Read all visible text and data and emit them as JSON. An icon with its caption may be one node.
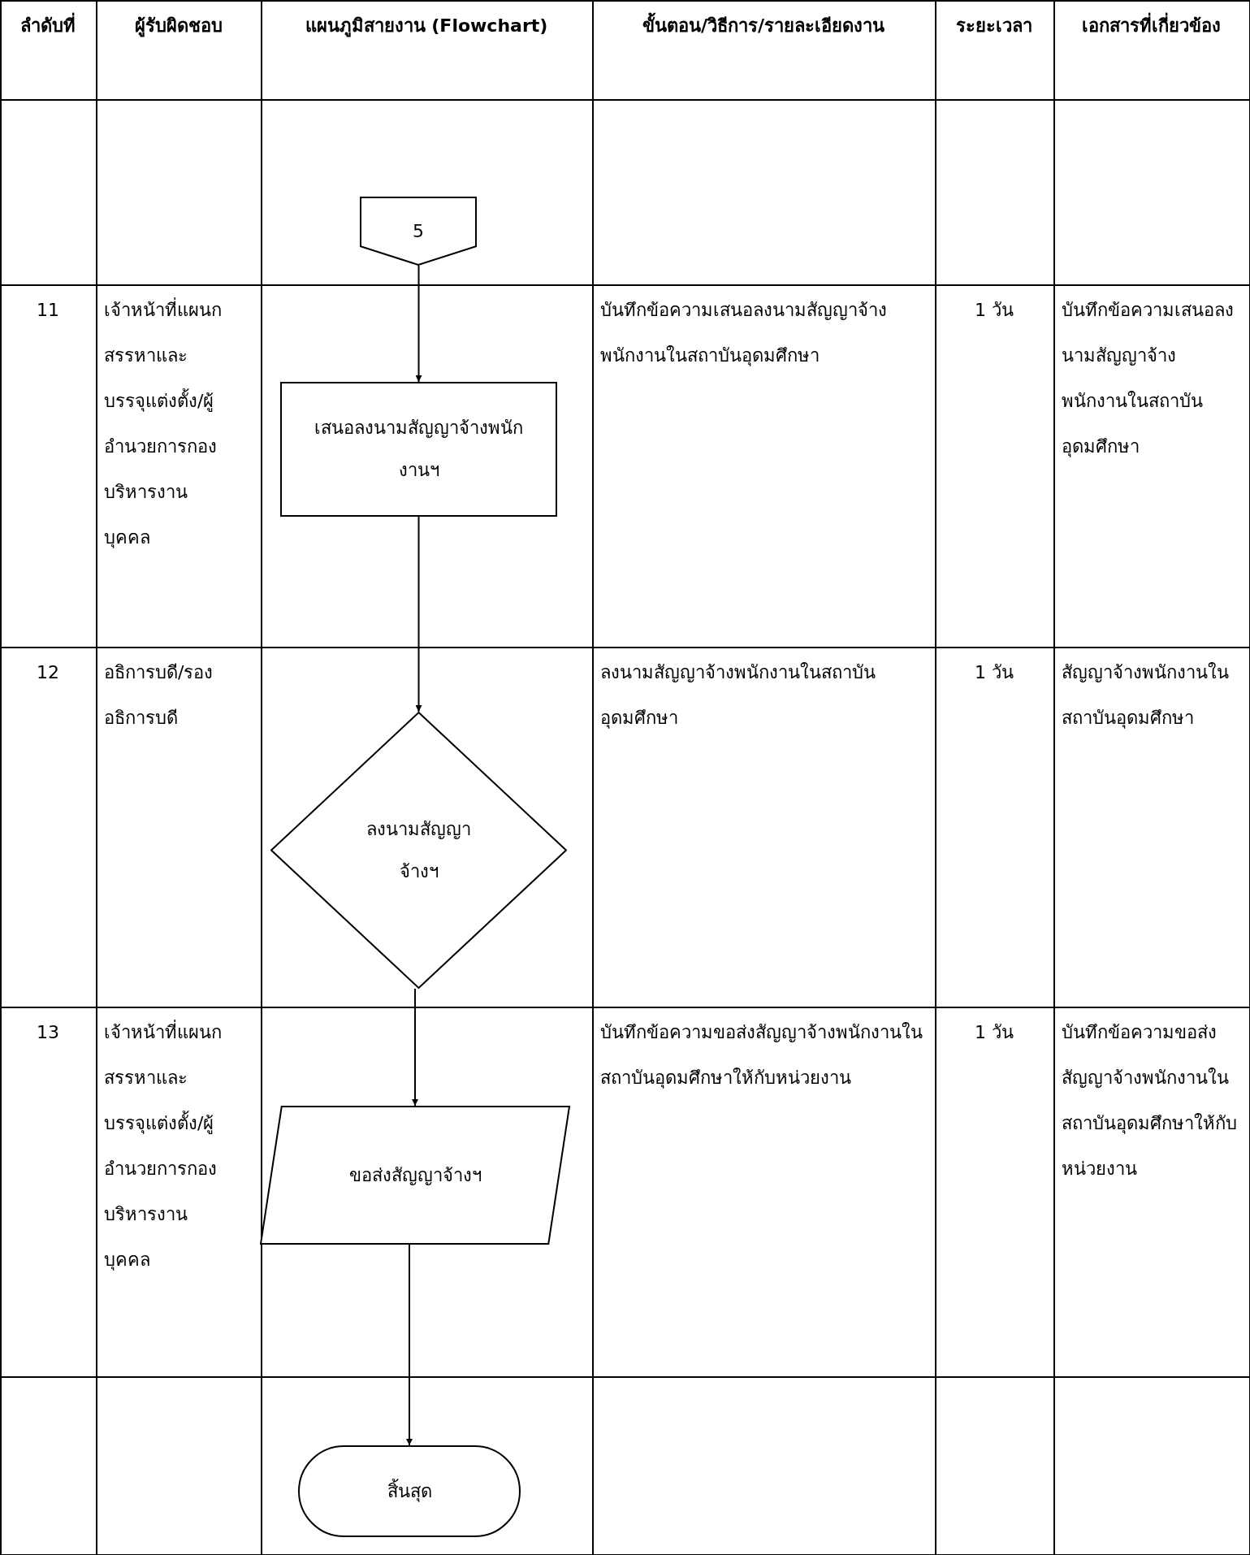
{
  "diagram": {
    "nodes": [
      {
        "text": [
          "5"
        ]
      },
      {
        "text": [
          "เสนอลงนามสัญญาจ้างพนักงานฯ"
        ]
      },
      {
        "text": [
          "ลงนามสัญญาจ้างฯ"
        ]
      },
      {
        "text": [
          "ขอส่งสัญญาจ้างฯ"
        ]
      },
      {
        "text": [
          "สิ้นสุด"
        ]
      }
    ],
    "edges": [
      {
        "from": 0,
        "to": 1,
        "arrow": "to"
      },
      {
        "from": 1,
        "to": 2,
        "arrow": "to"
      },
      {
        "from": 2,
        "to": 3,
        "arrow": "to"
      },
      {
        "from": 3,
        "to": 4,
        "arrow": "to"
      }
    ],
    "labels": [
      "ลำดับที่",
      "ผู้รับผิดชอบ",
      "แผนภูมิสายงาน (Flowchart)",
      "ขั้นตอน/วิธีการ/รายละเอียดงาน",
      "ระยะเวลา",
      "เอกสารที่เกี่ยวข้อง",
      "11",
      "เจ้าหน้าที่แผนกสรรหาและบรรจุแต่งตั้ง/ผู้อำนวยการกองบริหารงานบุคคล",
      "บันทึกข้อความเสนอลงนามสัญญาจ้างพนักงานในสถาบันอุดมศึกษา",
      "1 วัน",
      "บันทึกข้อความเสนอลงนามสัญญาจ้างพนักงานในสถาบันอุดมศึกษา",
      "12",
      "อธิการบดี/รองอธิการบดี",
      "ลงนามสัญญาจ้างพนักงานในสถาบันอุดมศึกษา",
      "1 วัน",
      "สัญญาจ้างพนักงานในสถาบันอุดมศึกษา",
      "13",
      "เจ้าหน้าที่แผนกสรรหาและบรรจุแต่งตั้ง/ผู้อำนวยการกองบริหารงานบุคคล",
      "บันทึกข้อความขอส่งสัญญาจ้างพนักงานในสถาบันอุดมศึกษาให้กับหน่วยงาน",
      "1 วัน",
      "บันทึกข้อความขอส่งสัญญาจ้างพนักงานในสถาบันอุดมศึกษาให้กับหน่วยงาน"
    ]
  }
}
